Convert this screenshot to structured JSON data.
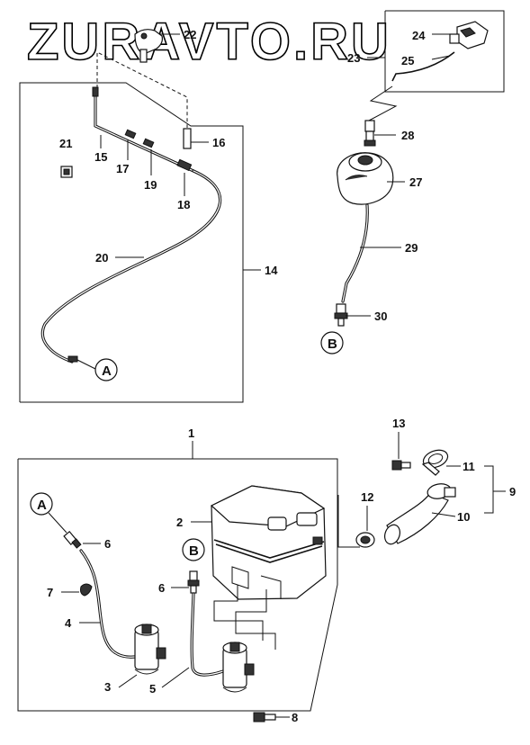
{
  "watermark": "ZURAVTO.RU",
  "callouts": {
    "c1": "1",
    "c2": "2",
    "c3": "3",
    "c4": "4",
    "c5": "5",
    "c6a": "6",
    "c6b": "6",
    "c7": "7",
    "c8": "8",
    "c9": "9",
    "c10": "10",
    "c11": "11",
    "c12": "12",
    "c13": "13",
    "c14": "14",
    "c15": "15",
    "c16": "16",
    "c17": "17",
    "c18": "18",
    "c19": "19",
    "c20": "20",
    "c21": "21",
    "c22": "22",
    "c23": "23",
    "c24": "24",
    "c25": "25",
    "c27": "27",
    "c28": "28",
    "c29": "29",
    "c30": "30"
  },
  "connectors": {
    "a_top": "A",
    "a_bottom": "A",
    "b_top": "B",
    "b_bottom": "B"
  }
}
